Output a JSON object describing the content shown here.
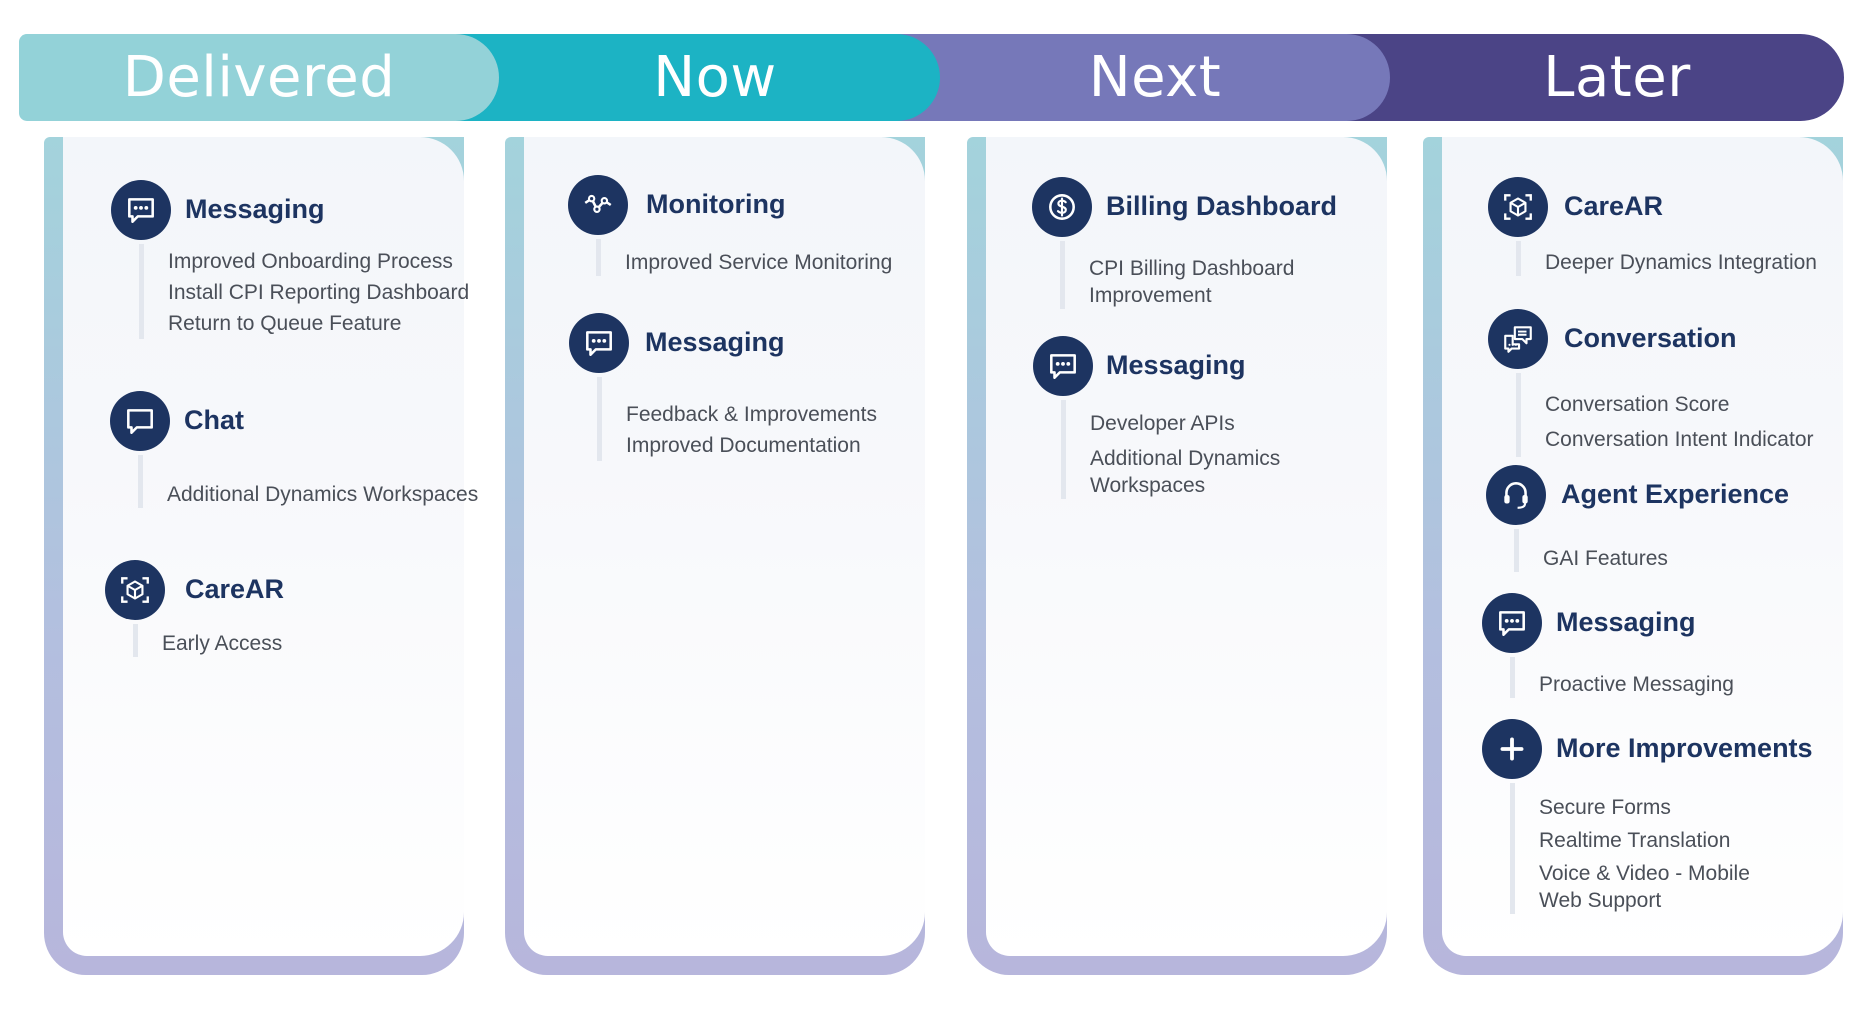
{
  "phases": {
    "delivered": {
      "label": "Delivered",
      "color": "#93d2d8"
    },
    "now": {
      "label": "Now",
      "color": "#1cb3c4"
    },
    "next": {
      "label": "Next",
      "color": "#7678b9"
    },
    "later": {
      "label": "Later",
      "color": "#4b4486"
    }
  },
  "columns": {
    "delivered": {
      "sections": [
        {
          "title": "Messaging",
          "icon": "chat-bubble-dots-icon",
          "items": [
            "Improved Onboarding Process",
            "Install CPI Reporting Dashboard",
            "Return to Queue Feature"
          ]
        },
        {
          "title": "Chat",
          "icon": "chat-bubble-icon",
          "items": [
            "Additional Dynamics Workspaces"
          ]
        },
        {
          "title": "CareAR",
          "icon": "ar-cube-icon",
          "items": [
            "Early Access"
          ]
        }
      ]
    },
    "now": {
      "sections": [
        {
          "title": "Monitoring",
          "icon": "line-chart-icon",
          "items": [
            "Improved Service Monitoring"
          ]
        },
        {
          "title": "Messaging",
          "icon": "chat-bubble-dots-icon",
          "items": [
            "Feedback & Improvements",
            "Improved Documentation"
          ]
        }
      ]
    },
    "next": {
      "sections": [
        {
          "title": "Billing Dashboard",
          "icon": "dollar-coin-icon",
          "items": [
            "CPI Billing Dashboard Improvement"
          ]
        },
        {
          "title": "Messaging",
          "icon": "chat-bubble-dots-icon",
          "items": [
            "Developer APIs",
            "Additional Dynamics Workspaces"
          ]
        }
      ]
    },
    "later": {
      "sections": [
        {
          "title": "CareAR",
          "icon": "ar-cube-icon",
          "items": [
            "Deeper Dynamics Integration"
          ]
        },
        {
          "title": "Conversation",
          "icon": "conversation-bubbles-icon",
          "items": [
            "Conversation Score",
            "Conversation Intent Indicator"
          ]
        },
        {
          "title": "Agent Experience",
          "icon": "headset-icon",
          "items": [
            "GAI Features"
          ]
        },
        {
          "title": "Messaging",
          "icon": "chat-bubble-dots-icon",
          "items": [
            "Proactive Messaging"
          ]
        },
        {
          "title": "More Improvements",
          "icon": "plus-icon",
          "items": [
            "Secure Forms",
            "Realtime Translation",
            "Voice & Video - Mobile Web Support"
          ]
        }
      ]
    }
  },
  "colors": {
    "icon_bg": "#1d3461",
    "title": "#1d3461",
    "item_text": "#4a4f58"
  }
}
